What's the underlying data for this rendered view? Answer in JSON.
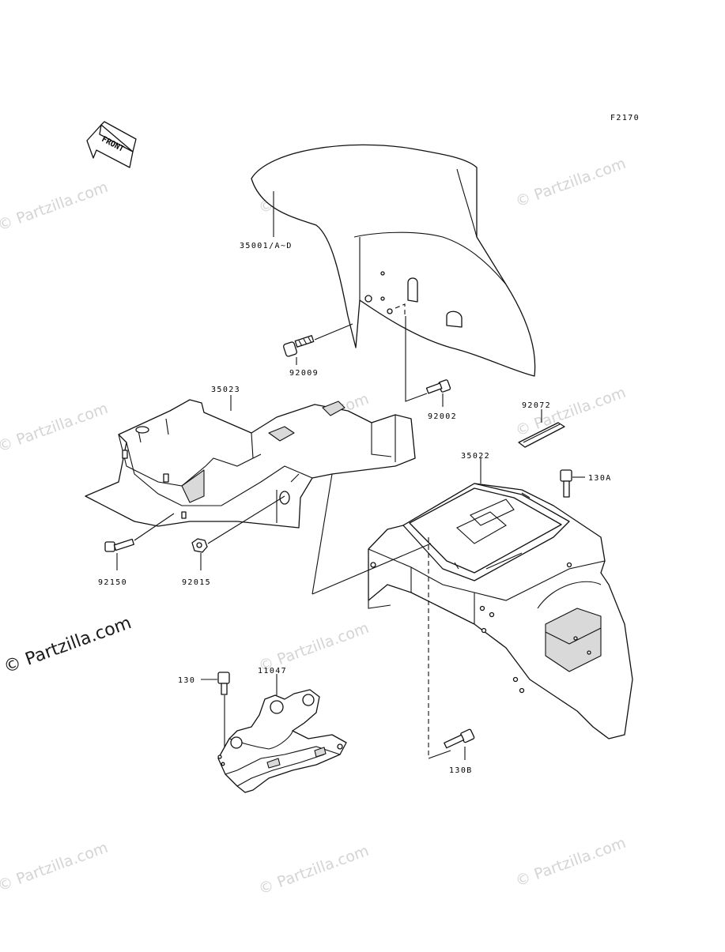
{
  "diagram": {
    "code": "F2170",
    "front_label": "FRONT",
    "labels": {
      "front_fender": "35001/A~D",
      "bolt_92009": "92009",
      "rear_fender_front": "35023",
      "bolt_92002": "92002",
      "strap_92072": "92072",
      "rear_fender_rear": "35022",
      "bolt_130A": "130A",
      "bolt_92150": "92150",
      "nut_92015": "92015",
      "bolt_130": "130",
      "bracket_11047": "11047",
      "bolt_130B": "130B"
    }
  },
  "watermark": {
    "text": "© Partzilla.com",
    "primary_text": "© Partzilla.com"
  }
}
